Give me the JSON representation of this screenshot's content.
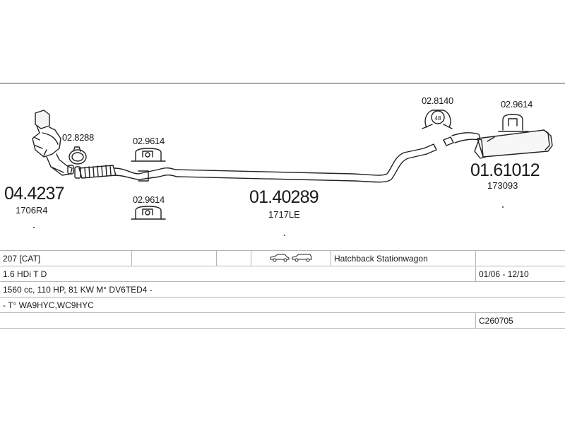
{
  "parts": {
    "catalyst": {
      "code": "04.4237",
      "ref": "1706R4"
    },
    "catalyst_clamp": {
      "code": "02.8288"
    },
    "hanger_upper_front": {
      "code": "02.9614"
    },
    "hanger_lower_front": {
      "code": "02.9614"
    },
    "middle_pipe": {
      "code": "01.40289",
      "ref": "1717LE"
    },
    "rear_clamp": {
      "code": "02.8140",
      "ring_text": "48"
    },
    "rear_hanger": {
      "code": "02.9614"
    },
    "rear_silencer": {
      "code": "01.61012",
      "ref": "173093"
    }
  },
  "spec_table": {
    "model": "207  [CAT]",
    "body_types": "Hatchback Stationwagon",
    "engine": "1.6 HDi T D",
    "years": "01/06 - 12/10",
    "engine_details": "1560 cc, 110 HP, 81 KW M° DV6TED4 -",
    "type_codes": "- T° WA9HYC,WC9HYC",
    "catalog_code": "C260705",
    "car_icons": [
      "hatchback-icon",
      "stationwagon-icon"
    ]
  }
}
